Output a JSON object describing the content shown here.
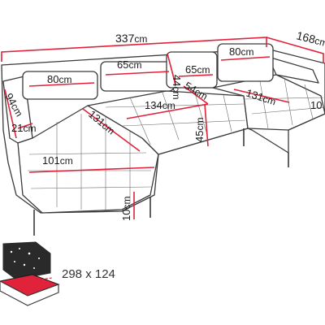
{
  "unit": "cm",
  "dimensions": {
    "overall_width": "337",
    "right_depth": "168",
    "back_cushion_left": "80",
    "back_cushion_mid": "65",
    "back_height": "44",
    "back_cushion_right": "65",
    "back_cushion_far_right": "80",
    "arm_height": "94",
    "arm_width": "21",
    "left_chaise_length": "131",
    "seat_length_mid": "134",
    "seat_depth_mid": "54",
    "right_chaise_length": "131",
    "right_chaise_width": "10",
    "seat_height": "45",
    "left_chaise_width": "101",
    "leg_height": "10"
  },
  "bed_function": {
    "size_label": "298 x 124"
  },
  "colors": {
    "outline": "#3a3a3a",
    "dimension_line": "#e0223b",
    "bed_fill": "#e0223b",
    "bed_dark": "#2a2a2a"
  }
}
